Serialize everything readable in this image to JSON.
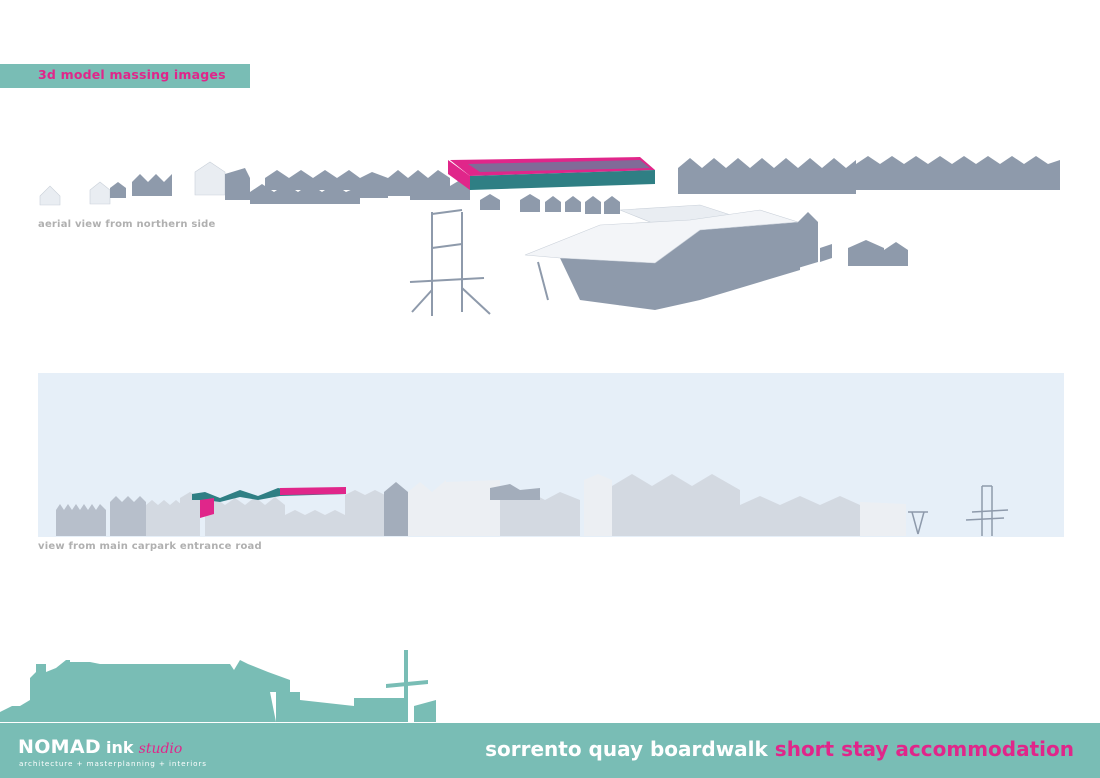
{
  "header": {
    "title": "3d model massing images"
  },
  "views": [
    {
      "caption": "aerial view from northern side"
    },
    {
      "caption": "view from main carpark entrance road"
    }
  ],
  "footer": {
    "brand_bold": "NOMAD",
    "brand_ink": "ink",
    "brand_studio": "studio",
    "brand_tagline": "architecture + masterplanning + interiors",
    "project_name": "sorrento quay boardwalk",
    "project_type": "short stay accommodation"
  },
  "colors": {
    "teal": "#79bdb5",
    "magenta": "#e0268a",
    "massing_grey": "#8e9aab",
    "sky": "#e6eff8",
    "building_teal": "#2f7f84"
  }
}
